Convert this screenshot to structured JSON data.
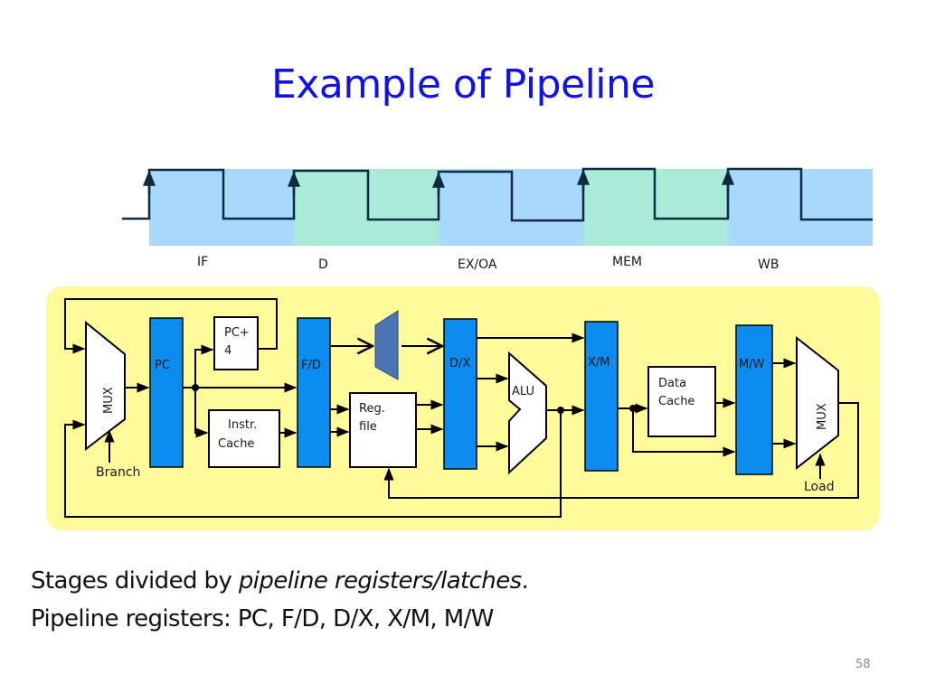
{
  "slide": {
    "title": "Example of Pipeline",
    "page_number": "58"
  },
  "clock": {
    "stages": [
      "IF",
      "D",
      "EX/OA",
      "MEM",
      "WB"
    ],
    "colors": {
      "blue": "#a8d8fc",
      "green": "#a8ecd8",
      "wave": "#0d2a45"
    }
  },
  "datapath": {
    "background": "#fffa9a",
    "register_color": "#0b8cf0",
    "registers": [
      "PC",
      "F/D",
      "D/X",
      "X/M",
      "M/W"
    ],
    "blocks": {
      "pc_plus_4": [
        "PC+",
        "4"
      ],
      "instr_cache": [
        "Instr.",
        "Cache"
      ],
      "reg_file": [
        "Reg.",
        "file"
      ],
      "data_cache": [
        "Data",
        "Cache"
      ],
      "alu": "ALU",
      "mux_left": "MUX",
      "mux_right": "MUX"
    },
    "control_signals": {
      "branch": "Branch",
      "load": "Load"
    },
    "sign_extend_color": "#4a74b4"
  },
  "caption": {
    "line1_plain": "Stages divided by ",
    "line1_italic": "pipeline registers/latches",
    "line1_end": ".",
    "line2": "Pipeline registers: PC, F/D, D/X, X/M, M/W"
  }
}
